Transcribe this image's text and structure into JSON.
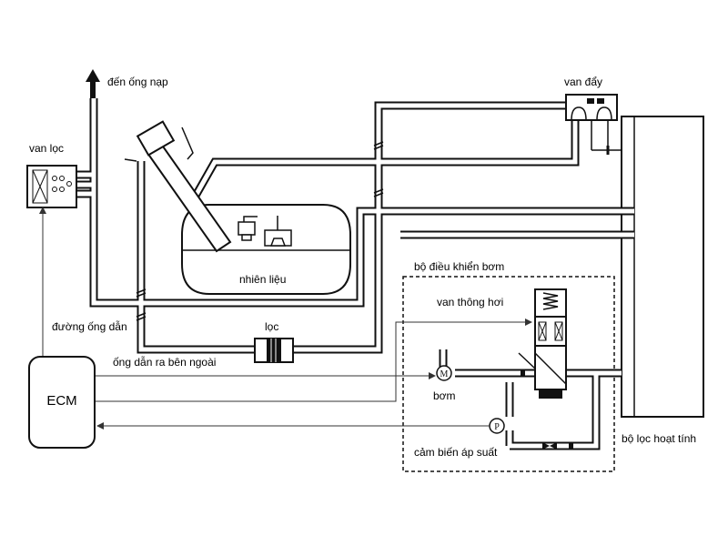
{
  "labels": {
    "den_ong_nap": "đến ống nạp",
    "van_day": "van đẩy",
    "van_loc": "van lọc",
    "nhien_lieu": "nhiên liệu",
    "bo_dieu_khien_bom": "bộ điều khiển bơm",
    "van_thong_hoi": "van thông hơi",
    "duong_ong_dan": "đường ống dẫn",
    "loc": "lọc",
    "ong_dan_ra_ben_ngoai": "ống dẫn ra bên ngoài",
    "bom": "bơm",
    "ecm": "ECM",
    "cam_bien_ap_suat": "cảm biến áp suất",
    "bo_loc_hoat_tinh": "bộ lọc hoạt tính"
  },
  "symbols": {
    "pump": "M",
    "pressure_sensor": "P"
  },
  "colors": {
    "line": "#111111",
    "background": "#ffffff"
  }
}
